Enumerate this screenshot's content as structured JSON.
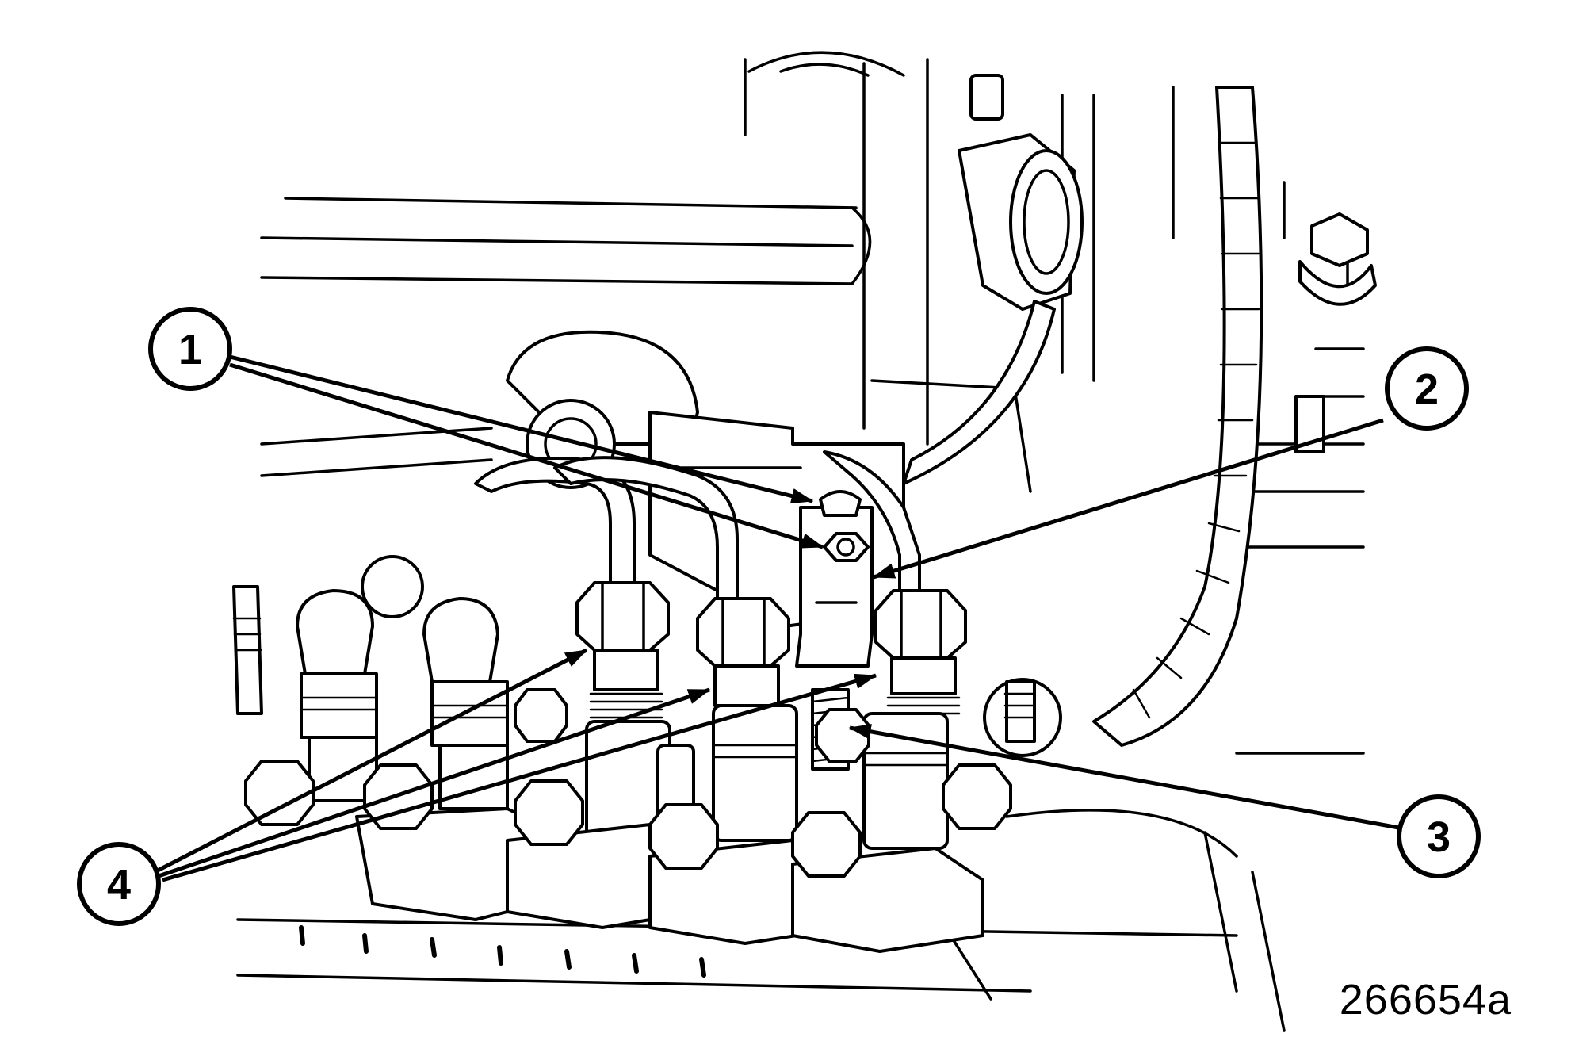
{
  "figure": {
    "reference_code": "266654a",
    "callouts": [
      {
        "number": "1"
      },
      {
        "number": "2"
      },
      {
        "number": "3"
      },
      {
        "number": "4"
      }
    ]
  }
}
